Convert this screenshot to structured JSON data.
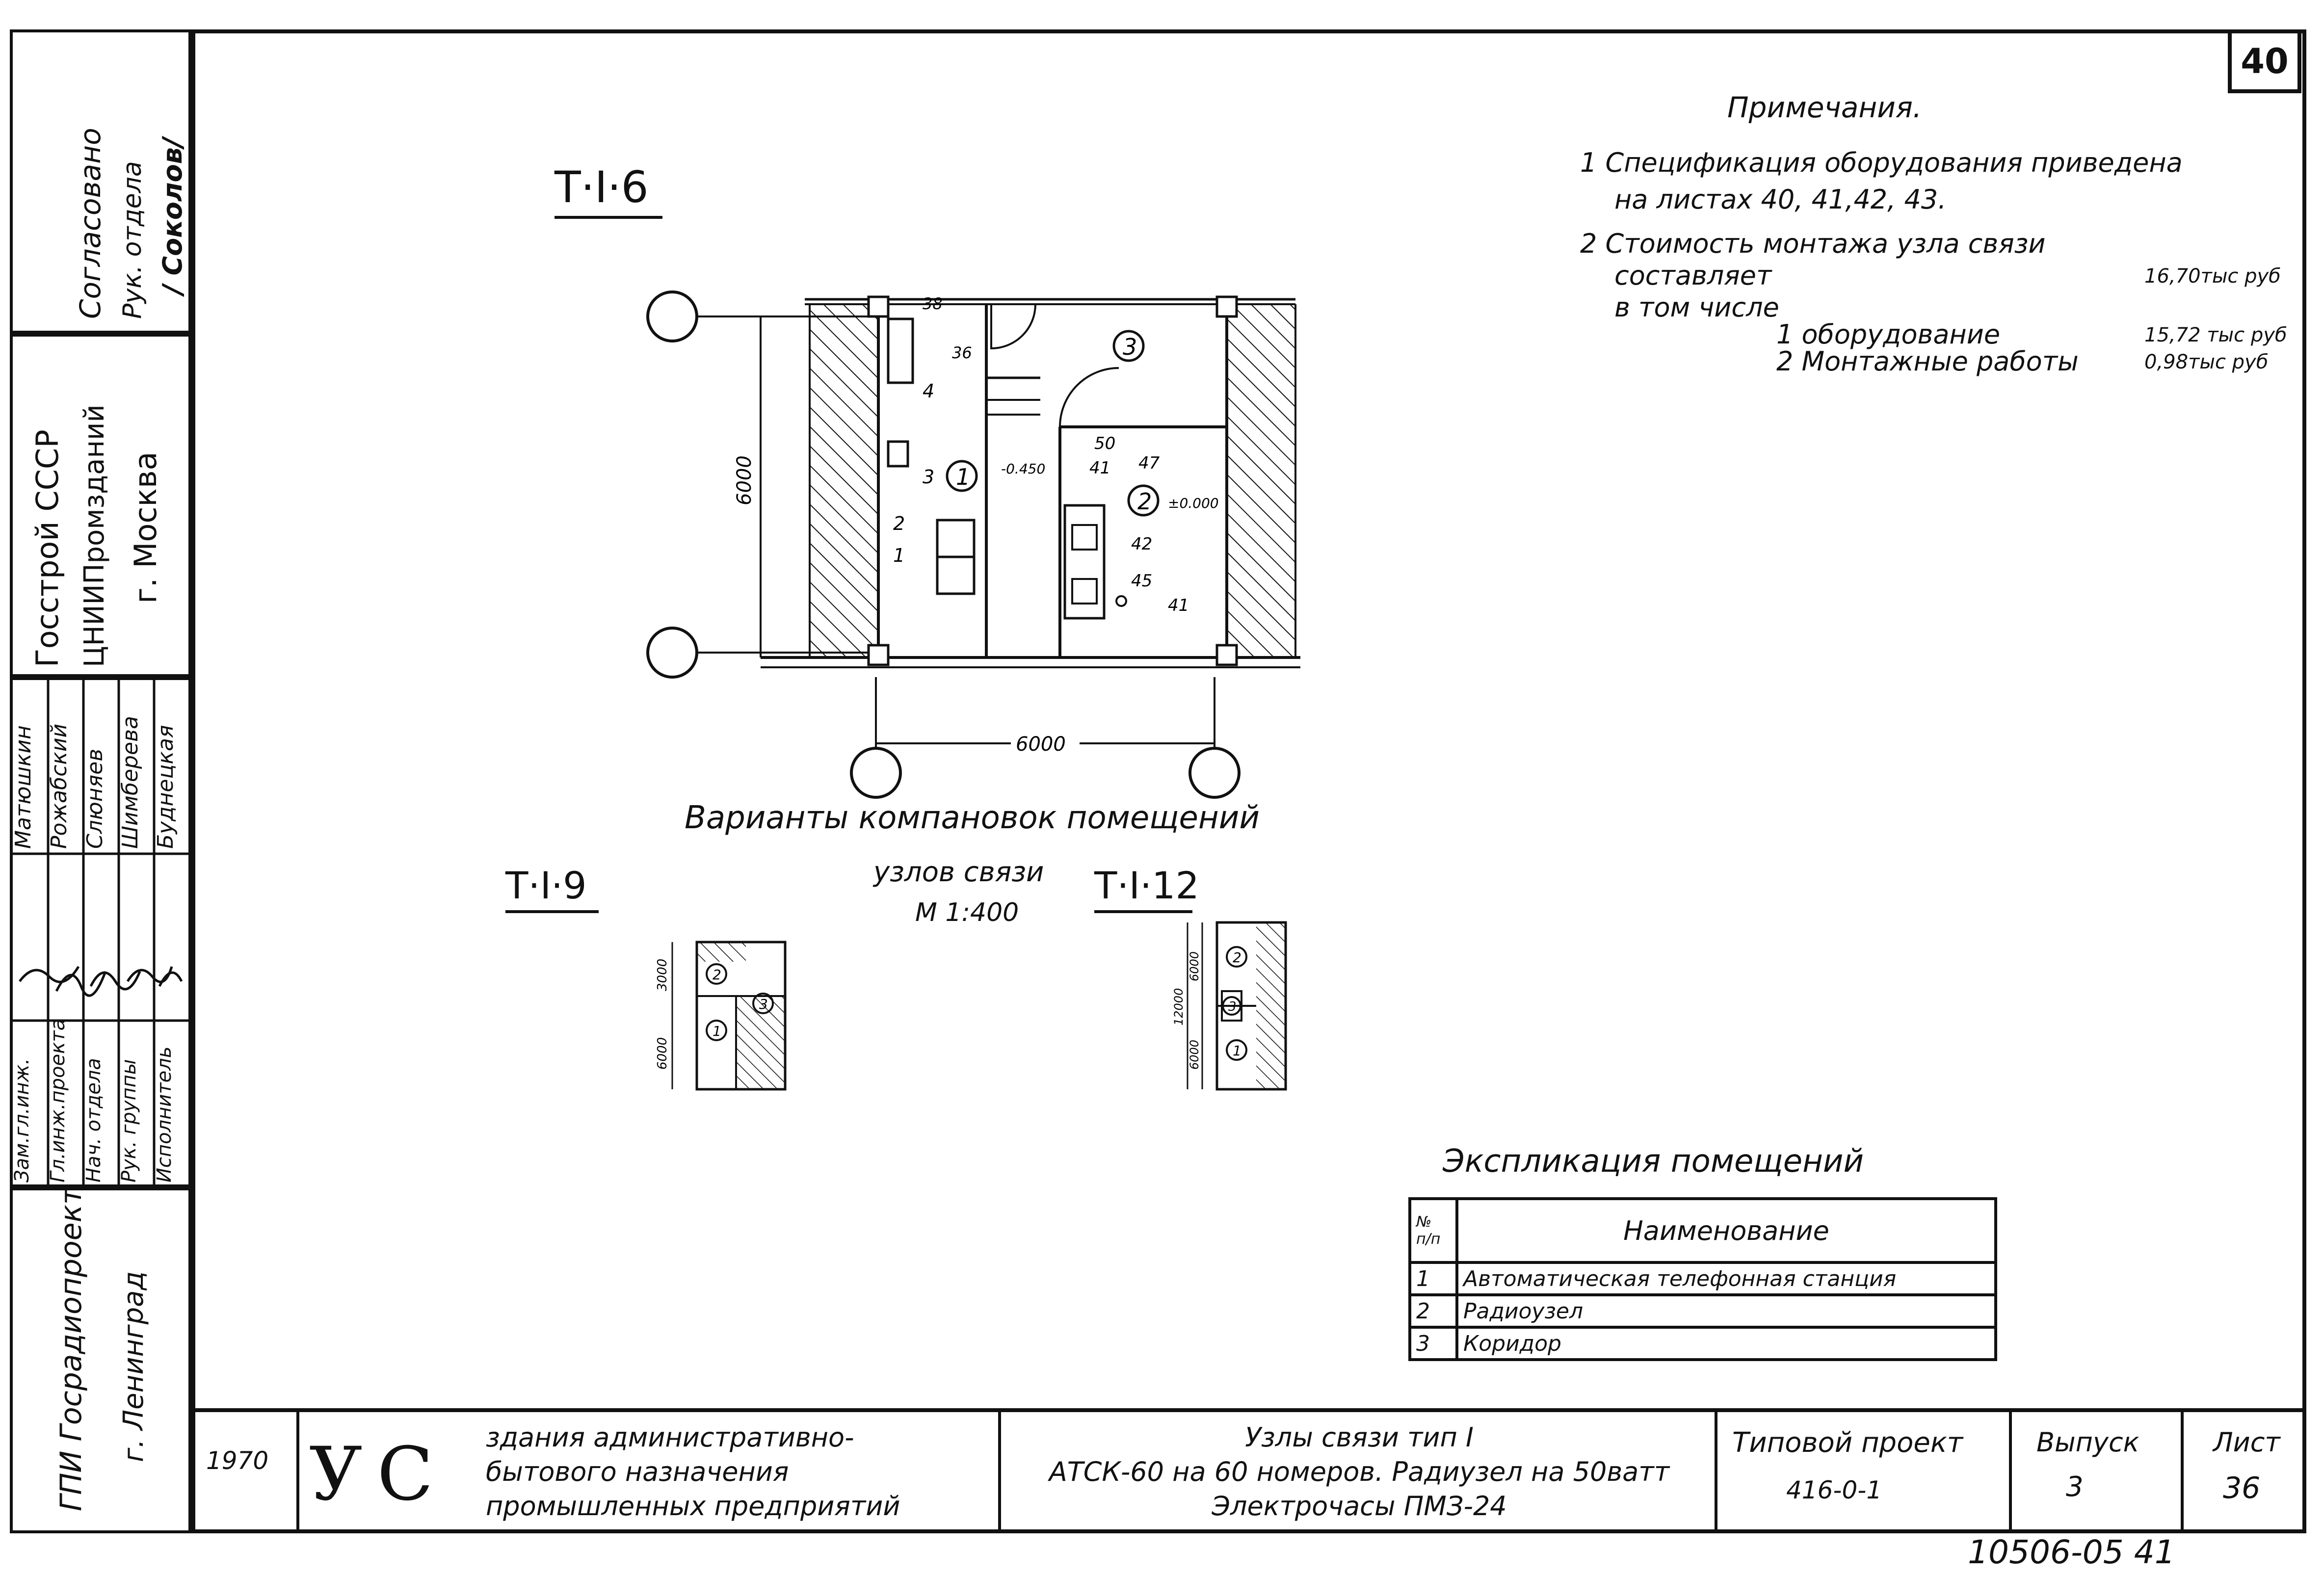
{
  "sheet_corner_number": "40",
  "left_margin": {
    "agreed": "Согласовано",
    "dept_head": "Рук. отдела",
    "signature_name": "/ Соколов/",
    "org": [
      "Госстрой СССР",
      "ЦНИИПромзданий",
      "г. Москва"
    ],
    "designer": [
      "ГПИ Госрадиопроект",
      "г. Ленинград"
    ],
    "roles": [
      "Зам.гл.инж.",
      "Гл.инж.проекта",
      "Нач. отдела",
      "Рук. группы",
      "Исполнитель"
    ],
    "names": [
      "Матюшкин",
      "Рожабский",
      "Слюняев",
      "Шимберева",
      "Буднецкая"
    ]
  },
  "drawings": {
    "main_label": "Т·I·6",
    "variant9_label": "Т·I·9",
    "variant12_label": "Т·I·12",
    "caption_line1": "Варианты компановок помещений",
    "caption_line2": "узлов связи",
    "caption_scale": "М 1:400",
    "dim_6000": "6000",
    "dim_3000": "3000",
    "dim_12000": "12000",
    "labels": [
      "1",
      "2",
      "3",
      "4",
      "36",
      "38",
      "41",
      "42",
      "45",
      "47",
      "50"
    ],
    "levels": [
      "-0.450",
      "±0.000"
    ]
  },
  "notes": {
    "title": "Примечания.",
    "n1_line1": "1 Спецификация оборудования приведена",
    "n1_line2": "на листах 40, 41,42, 43.",
    "n2_line1": "2 Стоимость монтажа узла связи",
    "n2_line2": "составляет",
    "n2_total": "16,70тыс руб",
    "n2_line3": "в том числе",
    "n2_sub1": "1 оборудование",
    "n2_sub1_val": "15,72 тыс руб",
    "n2_sub2": "2 Монтажные работы",
    "n2_sub2_val": "0,98тыс руб"
  },
  "explication": {
    "title": "Экспликация помещений",
    "col_num": "№ п/п",
    "col_name": "Наименование",
    "rows": [
      {
        "num": "1",
        "name": "Автоматическая телефонная станция"
      },
      {
        "num": "2",
        "name": "Радиоузел"
      },
      {
        "num": "3",
        "name": "Коридор"
      }
    ]
  },
  "title_block": {
    "year": "1970",
    "logo": "УС",
    "purpose": [
      "здания административно-",
      "бытового назначения",
      "промышленных предприятий"
    ],
    "subject": [
      "Узлы связи тип I",
      "АТСК-60 на 60 номеров. Радиузел на 50ватт",
      "Электрочасы ПМЗ-24"
    ],
    "project_label": "Типовой проект",
    "project_num": "416-0-1",
    "issue_label": "Выпуск",
    "issue_num": "3",
    "sheet_label": "Лист",
    "sheet_num": "36"
  },
  "inventory": "10506-05 41"
}
